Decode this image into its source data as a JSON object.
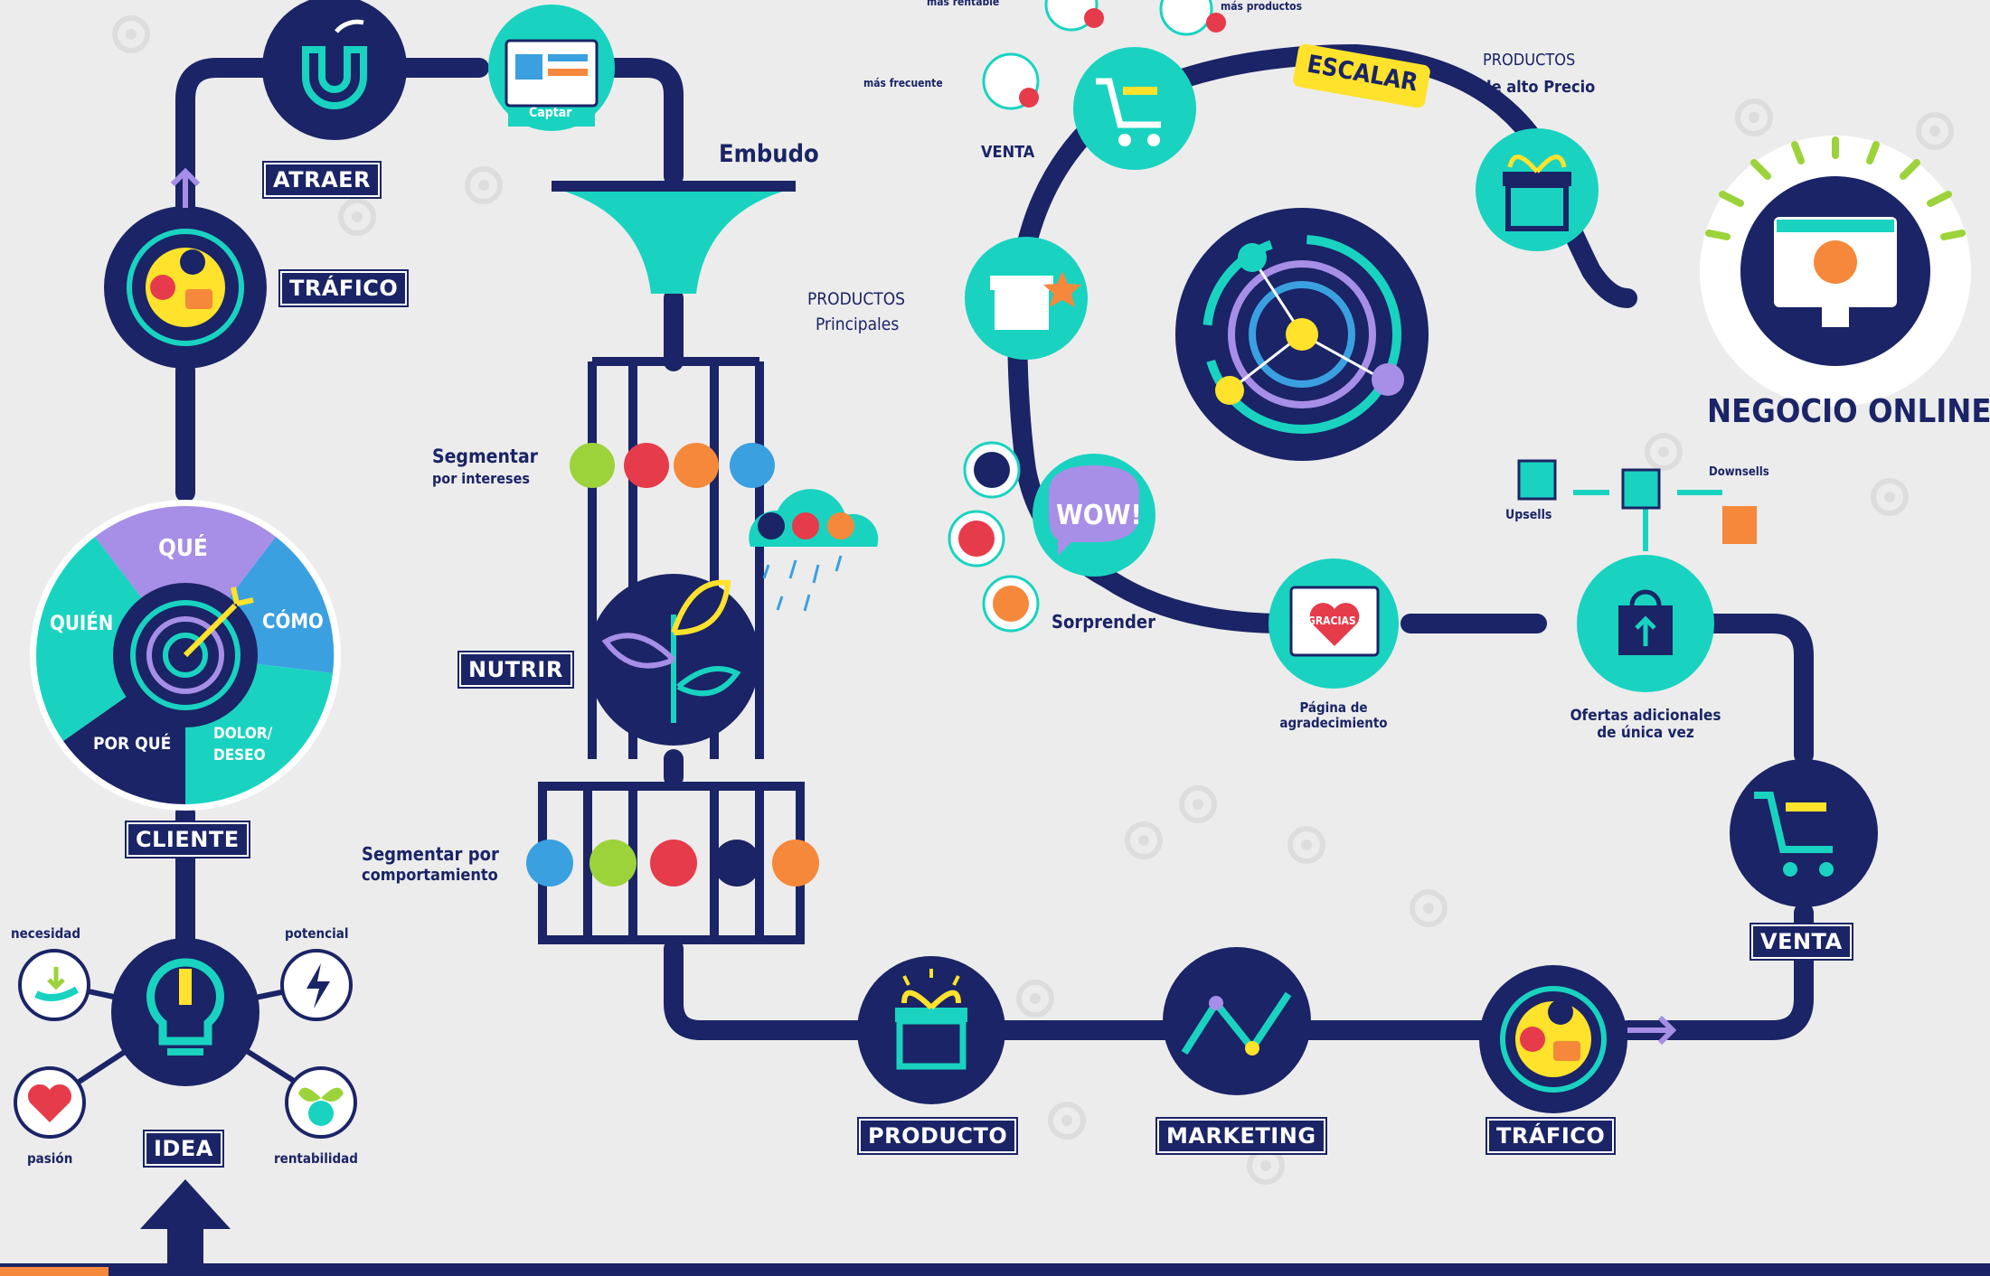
{
  "colors": {
    "navy": "#1a2466",
    "teal": "#19d3c0",
    "yellow": "#ffe22b",
    "purple": "#a78ee6",
    "orange": "#f5883a",
    "red": "#e63b4a",
    "green": "#9cd33b",
    "background": "#ececec"
  },
  "labels": {
    "atraer": "ATRAER",
    "captar": "Captar",
    "trafico_top": "TRÁFICO",
    "embudo": "Embudo",
    "cliente": "CLIENTE",
    "idea": "IDEA",
    "nutrir": "NUTRIR",
    "segmentar_intereses_1": "Segmentar",
    "segmentar_intereses_2": "por intereses",
    "segmentar_comp_1": "Segmentar por",
    "segmentar_comp_2": "comportamiento",
    "producto": "PRODUCTO",
    "marketing": "MARKETING",
    "trafico_bottom": "TRÁFICO",
    "venta_right": "VENTA",
    "venta_top": "VENTA",
    "escalar": "ESCALAR",
    "productos_alto_1": "PRODUCTOS",
    "productos_alto_2": "de alto Precio",
    "productos_principales_1": "PRODUCTOS",
    "productos_principales_2": "Principales",
    "mas_frecuente": "más frecuente",
    "mas_productos": "más productos",
    "mas_rentable": "más rentable",
    "wow": "WOW!",
    "sorprender": "Sorprender",
    "pagina_1": "Página de",
    "pagina_2": "agradecimiento",
    "gracias": "GRACIAS",
    "ofertas_1": "Ofertas adicionales",
    "ofertas_2": "de única vez",
    "upsells": "Upsells",
    "downsells": "Downsells",
    "negocio_online": "NEGOCIO ONLINE",
    "que": "QUÉ",
    "quien": "QUIÉN",
    "como": "CÓMO",
    "por_que": "POR QUÉ",
    "dolor_1": "DOLOR/",
    "dolor_2": "DESEO",
    "necesidad": "necesidad",
    "potencial": "potencial",
    "pasion": "pasión",
    "rentabilidad": "rentabilidad"
  },
  "icons": [
    "magnet-icon",
    "web-form-icon",
    "social-media-icon",
    "funnel-icon",
    "plant-icon",
    "target-icon",
    "lightbulb-icon",
    "hand-plant-icon",
    "lightning-icon",
    "heart-icon",
    "money-plant-icon",
    "gift-icon",
    "growth-chart-icon",
    "shopping-cart-icon",
    "shop-monitor-icon",
    "shopping-bag-icon",
    "facebook-icon",
    "youtube-icon",
    "email-icon",
    "cloud-icon",
    "orbit-icon"
  ]
}
